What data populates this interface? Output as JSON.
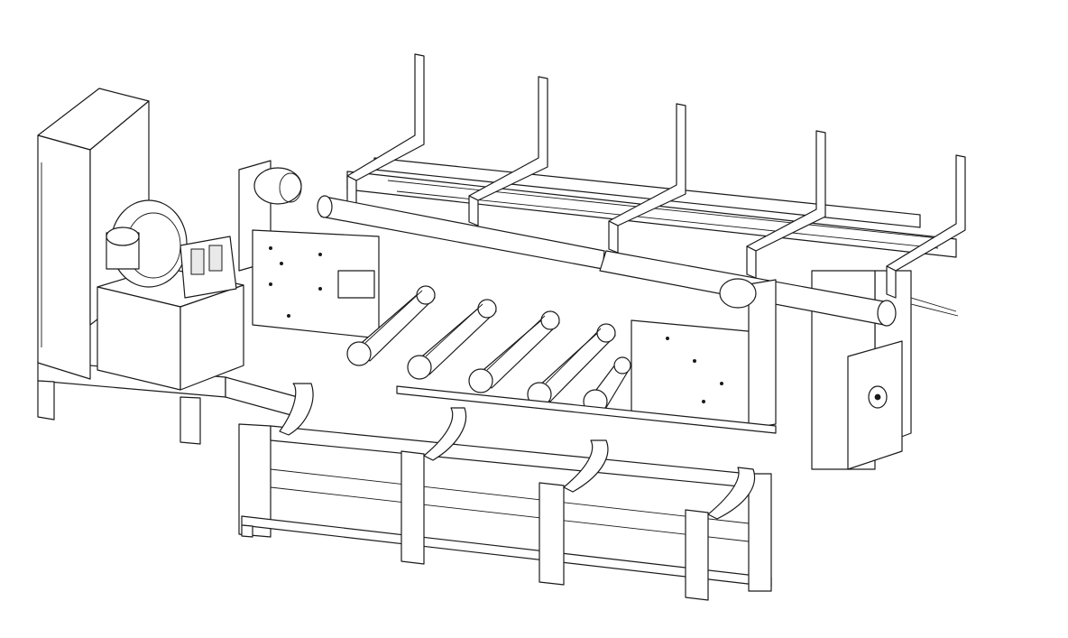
{
  "drawing": {
    "line_color": "#1a1a1a",
    "background": "#ffffff",
    "chain_saw_units": 5,
    "overhead_arms": 5,
    "support_brackets": 4
  }
}
